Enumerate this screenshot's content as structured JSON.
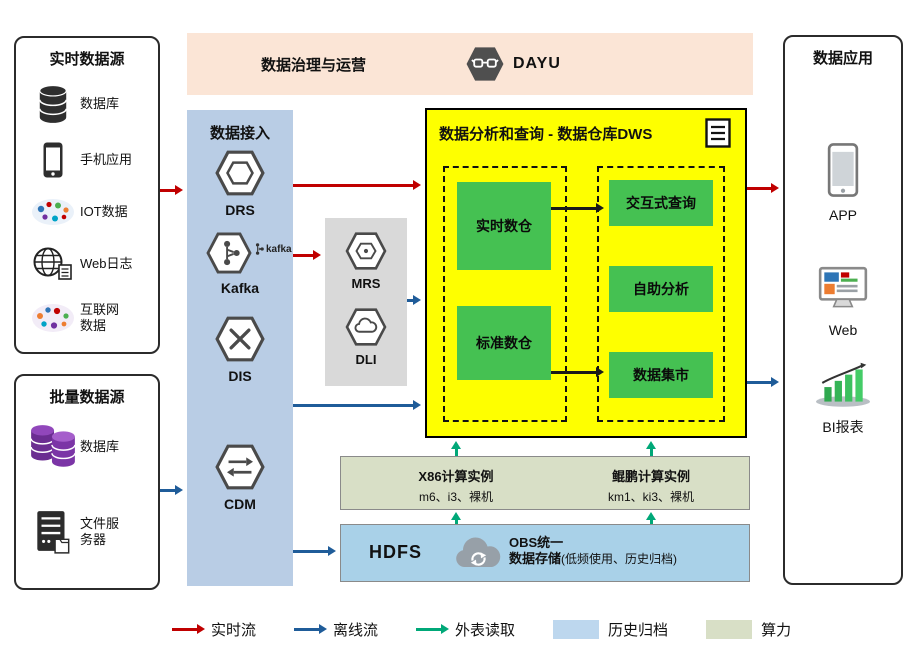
{
  "colors": {
    "realtime_flow": "#c00000",
    "offline_flow": "#1f5c99",
    "external_read": "#00a878",
    "history_archive": "#bdd7ee",
    "compute_power": "#d8dfc6",
    "governance_bg": "#fbe5d6",
    "ingest_bg": "#b9cde5",
    "warehouse_bg": "#feff00",
    "green_box": "#45c152",
    "gray_box": "#d9d9d9",
    "hdfs_bg": "#a9d1e8"
  },
  "governance": {
    "title": "数据治理与运营",
    "logo_label": "DAYU"
  },
  "realtime_sources": {
    "title": "实时数据源",
    "items": [
      {
        "icon": "database-icon",
        "label": "数据库"
      },
      {
        "icon": "phone-icon",
        "label": "手机应用"
      },
      {
        "icon": "iot-icon",
        "label": "IOT数据"
      },
      {
        "icon": "globe-icon",
        "label": "Web日志"
      },
      {
        "icon": "internet-data-icon",
        "label": "互联网数据"
      }
    ]
  },
  "batch_sources": {
    "title": "批量数据源",
    "items": [
      {
        "icon": "database-purple-icon",
        "label": "数据库"
      },
      {
        "icon": "file-server-icon",
        "label": "文件服务器"
      }
    ]
  },
  "ingestion": {
    "title": "数据接入",
    "services": [
      {
        "label": "DRS"
      },
      {
        "label": "Kafka",
        "badge": "kafka"
      },
      {
        "label": "DIS"
      },
      {
        "label": "CDM"
      }
    ]
  },
  "middle_services": [
    {
      "label": "MRS"
    },
    {
      "label": "DLI"
    }
  ],
  "warehouse": {
    "title": "数据分析和查询 - 数据仓库DWS",
    "left_boxes": [
      "实时数仓",
      "标准数仓"
    ],
    "right_boxes": [
      "交互式查询",
      "自助分析",
      "数据集市"
    ]
  },
  "compute": {
    "x86_title": "X86计算实例",
    "x86_subtitle": "m6、i3、裸机",
    "kunpeng_title": "鲲鹏计算实例",
    "kunpeng_subtitle": "km1、ki3、裸机"
  },
  "storage": {
    "hdfs_label": "HDFS",
    "obs_line1": "OBS统一",
    "obs_line2": "数据存储",
    "obs_note": "(低频使用、历史归档)"
  },
  "applications": {
    "title": "数据应用",
    "items": [
      {
        "icon": "phone-icon",
        "label": "APP"
      },
      {
        "icon": "monitor-icon",
        "label": "Web"
      },
      {
        "icon": "bar-chart-icon",
        "label": "BI报表"
      }
    ]
  },
  "legend": {
    "items": [
      {
        "label": "实时流",
        "kind": "arrow",
        "color": "#c00000"
      },
      {
        "label": "离线流",
        "kind": "arrow",
        "color": "#1f5c99"
      },
      {
        "label": "外表读取",
        "kind": "arrow",
        "color": "#00a878"
      },
      {
        "label": "历史归档",
        "kind": "swatch",
        "color": "#bdd7ee"
      },
      {
        "label": "算力",
        "kind": "swatch",
        "color": "#d8dfc6"
      }
    ]
  }
}
